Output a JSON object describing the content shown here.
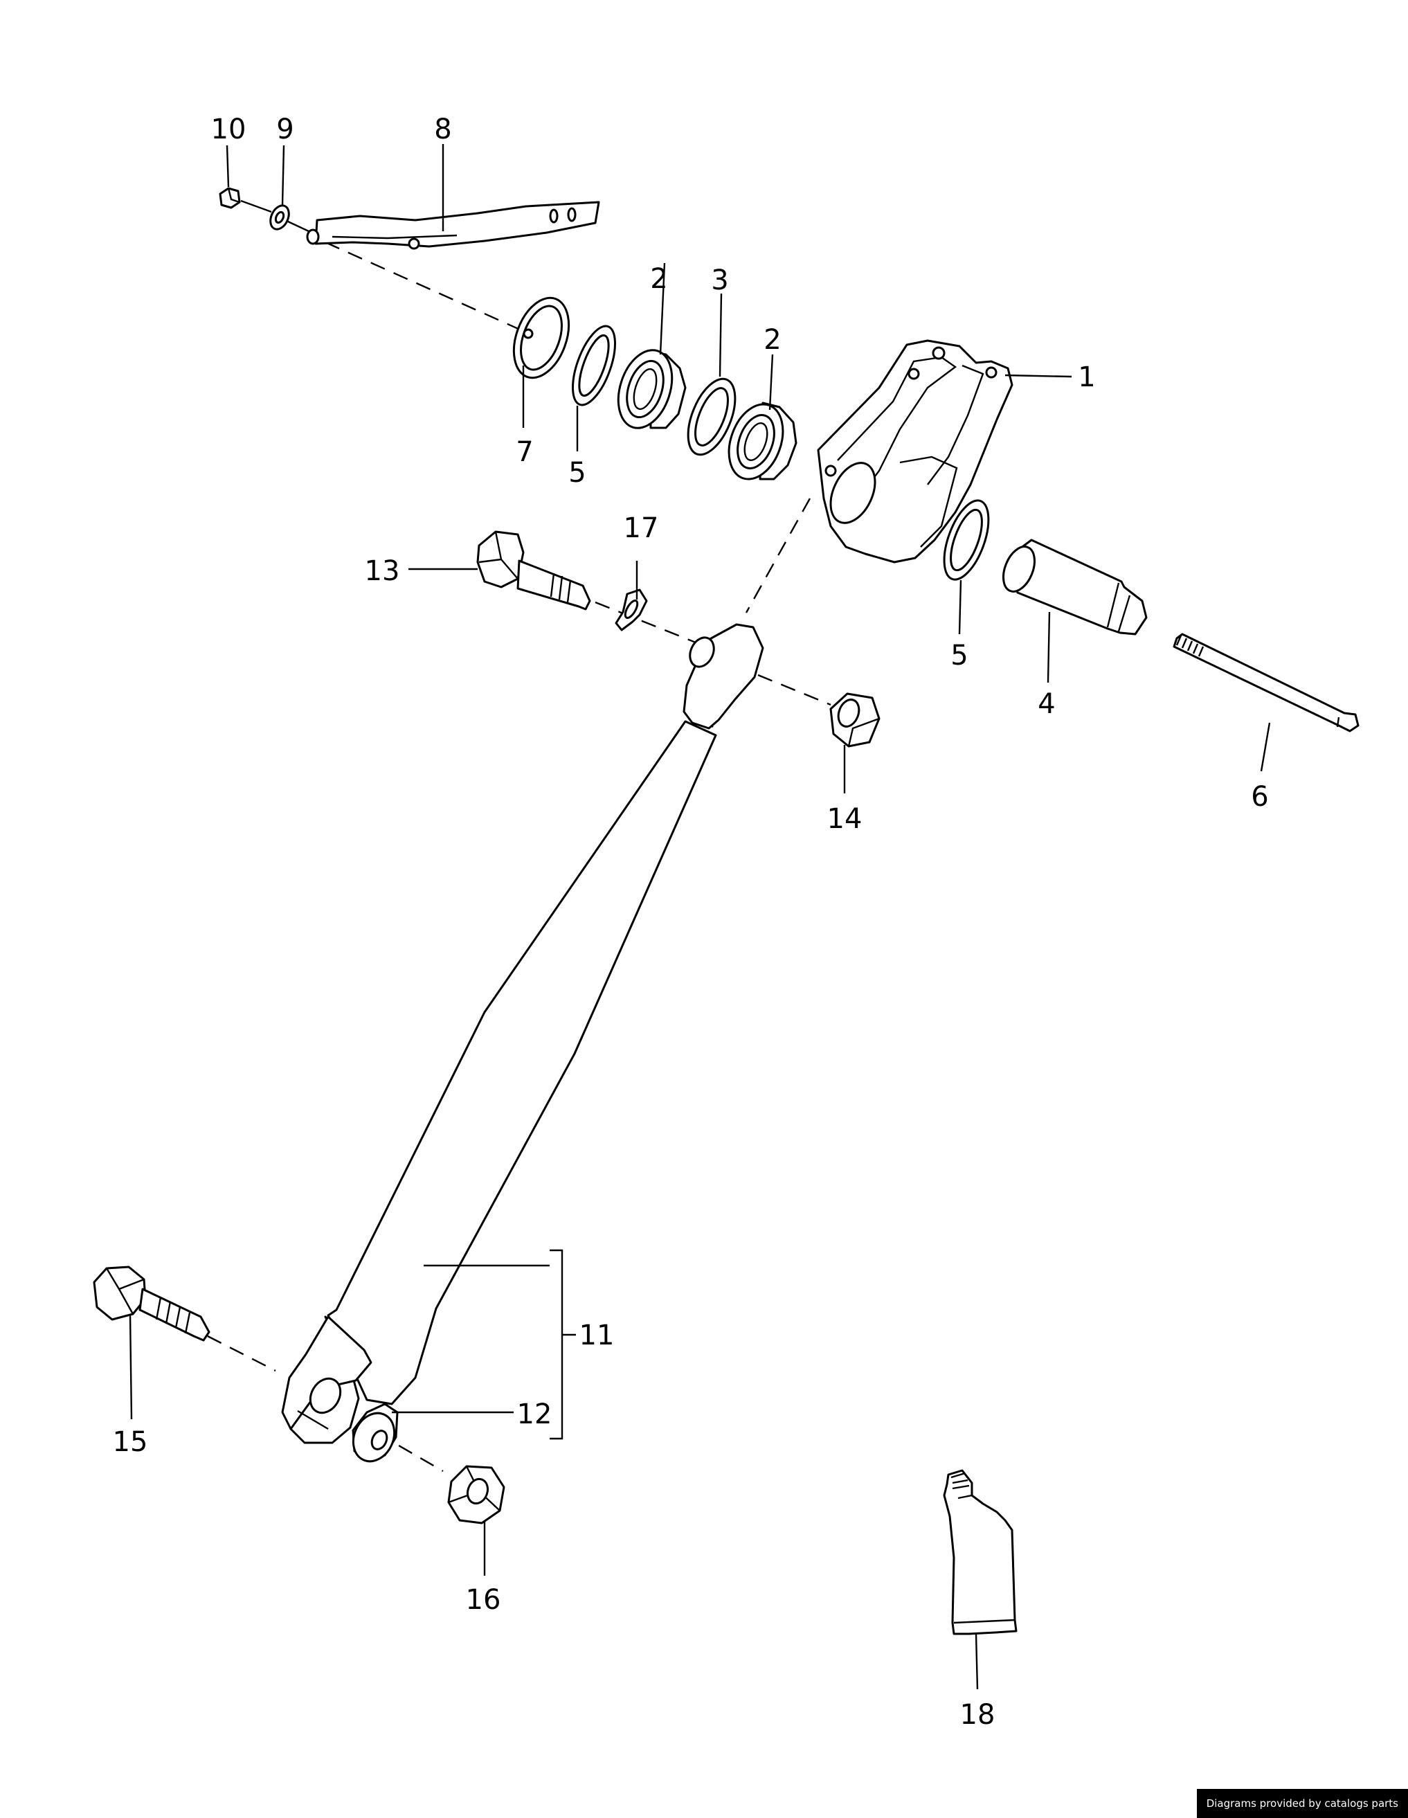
{
  "callouts": {
    "c1": "1",
    "c2a": "2",
    "c2b": "2",
    "c3": "3",
    "c4": "4",
    "c5a": "5",
    "c5b": "5",
    "c6": "6",
    "c7": "7",
    "c8": "8",
    "c9": "9",
    "c10": "10",
    "c11": "11",
    "c12": "12",
    "c13": "13",
    "c14": "14",
    "c15": "15",
    "c16": "16",
    "c17": "17",
    "c18": "18"
  },
  "credit": "Diagrams provided by catalogs parts",
  "colors": {
    "line": "#000000",
    "background": "#ffffff",
    "credit_bg": "#000000",
    "credit_text": "#ffffff"
  }
}
